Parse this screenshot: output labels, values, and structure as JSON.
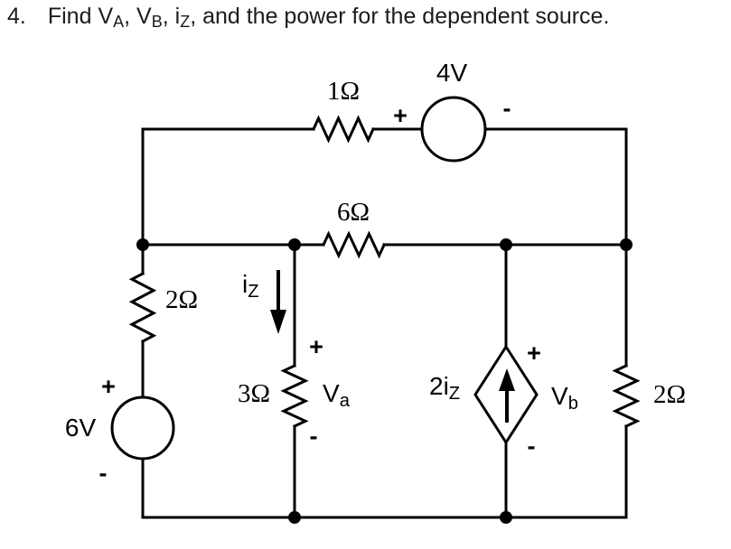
{
  "title": {
    "number": "4.",
    "segments": [
      {
        "text": "Find V"
      },
      {
        "text": "A",
        "sub": true
      },
      {
        "text": ", V"
      },
      {
        "text": "B",
        "sub": true
      },
      {
        "text": ", i"
      },
      {
        "text": "Z",
        "sub": true
      },
      {
        "text": ", and the power for the dependent source."
      }
    ]
  },
  "components": {
    "resistor_top": "1Ω",
    "source_top": "4V",
    "resistor_middle": "6Ω",
    "resistor_left": "2Ω",
    "source_left": "6V",
    "resistor_branch": "3Ω",
    "resistor_right": "2Ω",
    "current": {
      "main": "i",
      "sub": "Z"
    },
    "dependent_source": {
      "main": "2i",
      "sub": "Z"
    },
    "voltage_a": {
      "main": "V",
      "sub": "a"
    },
    "voltage_b": {
      "main": "V",
      "sub": "b"
    },
    "plus": "+",
    "minus": "-"
  },
  "colors": {
    "ink": "#000000",
    "background": "#ffffff"
  }
}
